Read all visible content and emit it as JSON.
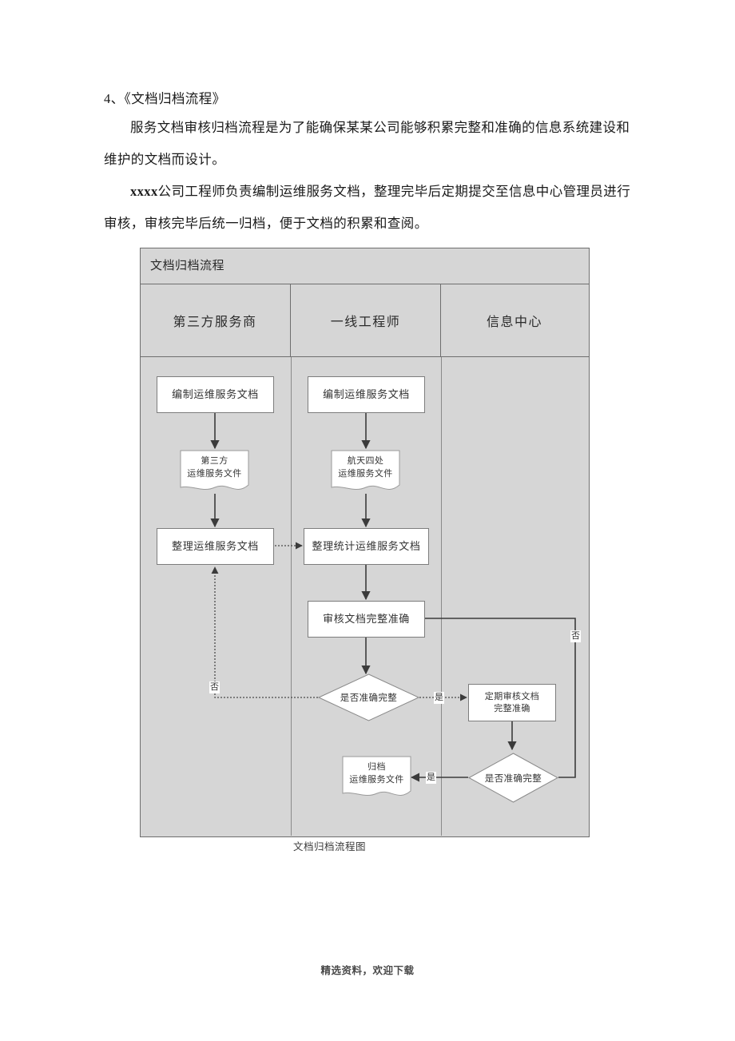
{
  "document": {
    "section_heading": "4、《文档归档流程》",
    "paragraphs": [
      "服务文档审核归档流程是为了能确保某某公司能够积累完整和准确的信息系统建设和维护的文档而设计。",
      "xxxx公司工程师负责编制运维服务文档，整理完毕后定期提交至信息中心管理员进行审核，审核完毕后统一归档，便于文档的积累和查阅。"
    ],
    "paragraph2_bold_prefix": "xxxx",
    "paragraph2_rest": "公司工程师负责编制运维服务文档，整理完毕后定期提交至信息中心管理员进行审核，审核完毕后统一归档，便于文档的积累和查阅。",
    "figure_caption": "文档归档流程图",
    "footer": "精选资料，欢迎下载"
  },
  "chart_data": {
    "type": "diagram",
    "title": "文档归档流程",
    "lanes": [
      {
        "id": "lane-third-party",
        "label": "第三方服务商"
      },
      {
        "id": "lane-frontline-engineer",
        "label": "一线工程师"
      },
      {
        "id": "lane-info-center",
        "label": "信息中心"
      }
    ],
    "nodes": [
      {
        "id": "n1",
        "lane": 0,
        "shape": "process",
        "label": "编制运维服务文档"
      },
      {
        "id": "n2",
        "lane": 0,
        "shape": "document",
        "label": "第三方\n运维服务文件"
      },
      {
        "id": "n3",
        "lane": 0,
        "shape": "process",
        "label": "整理运维服务文档"
      },
      {
        "id": "n4",
        "lane": 1,
        "shape": "process",
        "label": "编制运维服务文档"
      },
      {
        "id": "n5",
        "lane": 1,
        "shape": "document",
        "label": "航天四处\n运维服务文件"
      },
      {
        "id": "n6",
        "lane": 1,
        "shape": "process",
        "label": "整理统计运维服务文档"
      },
      {
        "id": "n7",
        "lane": 1,
        "shape": "process",
        "label": "审核文档完整准确"
      },
      {
        "id": "n8",
        "lane": 1,
        "shape": "decision",
        "label": "是否准确完整"
      },
      {
        "id": "n9",
        "lane": 1,
        "shape": "document",
        "label": "归档\n运维服务文件"
      },
      {
        "id": "n10",
        "lane": 2,
        "shape": "process",
        "label": "定期审核文档\n完整准确"
      },
      {
        "id": "n11",
        "lane": 2,
        "shape": "decision",
        "label": "是否准确完整"
      }
    ],
    "edges": [
      {
        "from": "n1",
        "to": "n2",
        "label": ""
      },
      {
        "from": "n2",
        "to": "n3",
        "label": ""
      },
      {
        "from": "n4",
        "to": "n5",
        "label": ""
      },
      {
        "from": "n5",
        "to": "n6",
        "label": ""
      },
      {
        "from": "n3",
        "to": "n6",
        "label": "",
        "style": "dotted"
      },
      {
        "from": "n6",
        "to": "n7",
        "label": ""
      },
      {
        "from": "n7",
        "to": "n8",
        "label": ""
      },
      {
        "from": "n8",
        "to": "n3",
        "label": "否",
        "style": "dotted"
      },
      {
        "from": "n8",
        "to": "n10",
        "label": "是",
        "style": "dotted"
      },
      {
        "from": "n10",
        "to": "n11",
        "label": ""
      },
      {
        "from": "n11",
        "to": "n9",
        "label": "是"
      },
      {
        "from": "n11",
        "to": "n7",
        "label": "否"
      }
    ],
    "edge_labels": {
      "no_left": "否",
      "yes_mid": "是",
      "yes_archive": "是",
      "no_right": "否"
    }
  }
}
